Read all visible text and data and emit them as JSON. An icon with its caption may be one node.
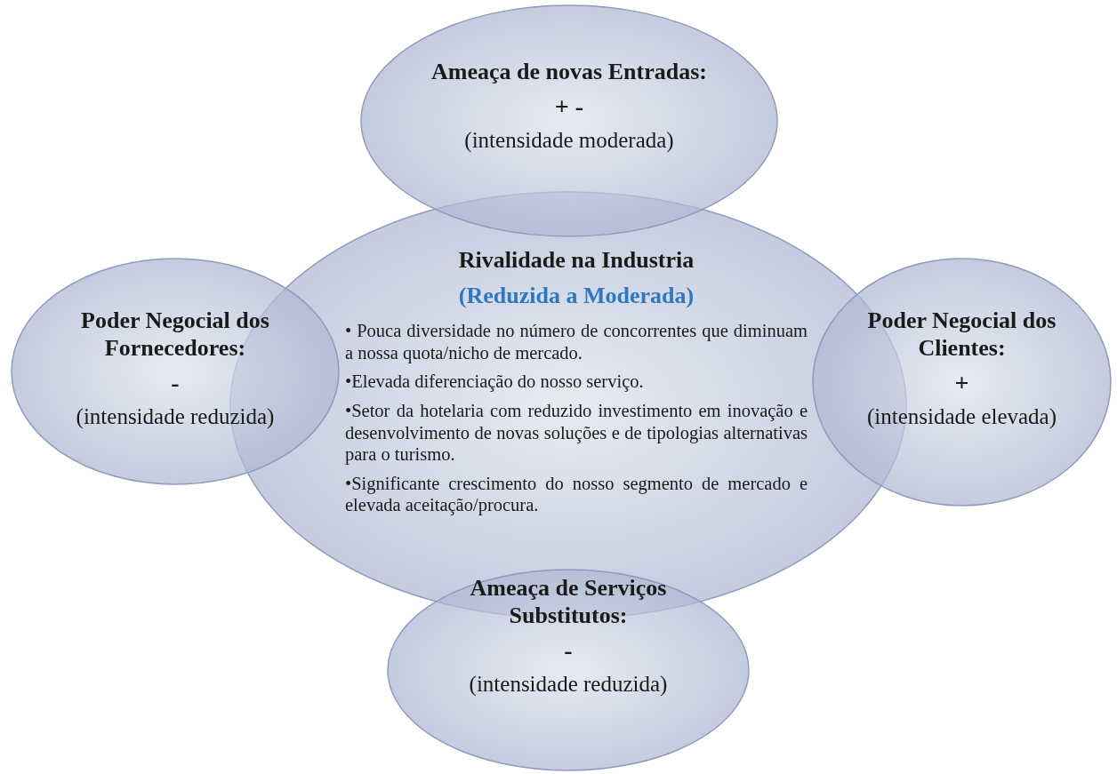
{
  "diagram": {
    "nodes": [
      {
        "text": [
          "Ameaça de novas Entradas:",
          "+ -",
          "(intensidade moderada)"
        ]
      },
      {
        "text": [
          "Rivalidade na Industria",
          "(Reduzida a Moderada)",
          "• Pouca diversidade no número de concorrentes que diminuam a nossa quota/nicho de mercado.",
          "•Elevada diferenciação do nosso serviço.",
          "•Setor da hotelaria com reduzido investimento em inovação e desenvolvimento de novas soluções e de tipologias alternativas para o turismo.",
          "•Significante crescimento do nosso segmento de mercado e elevada aceitação/procura."
        ]
      },
      {
        "text": [
          "Poder Negocial dos Fornecedores:",
          "-",
          "(intensidade reduzida)"
        ]
      },
      {
        "text": [
          "Poder Negocial dos Clientes:",
          "+",
          "(intensidade elevada)"
        ]
      },
      {
        "text": [
          "Ameaça de Serviços Substitutos:",
          "-",
          "(intensidade reduzida)"
        ]
      }
    ]
  }
}
